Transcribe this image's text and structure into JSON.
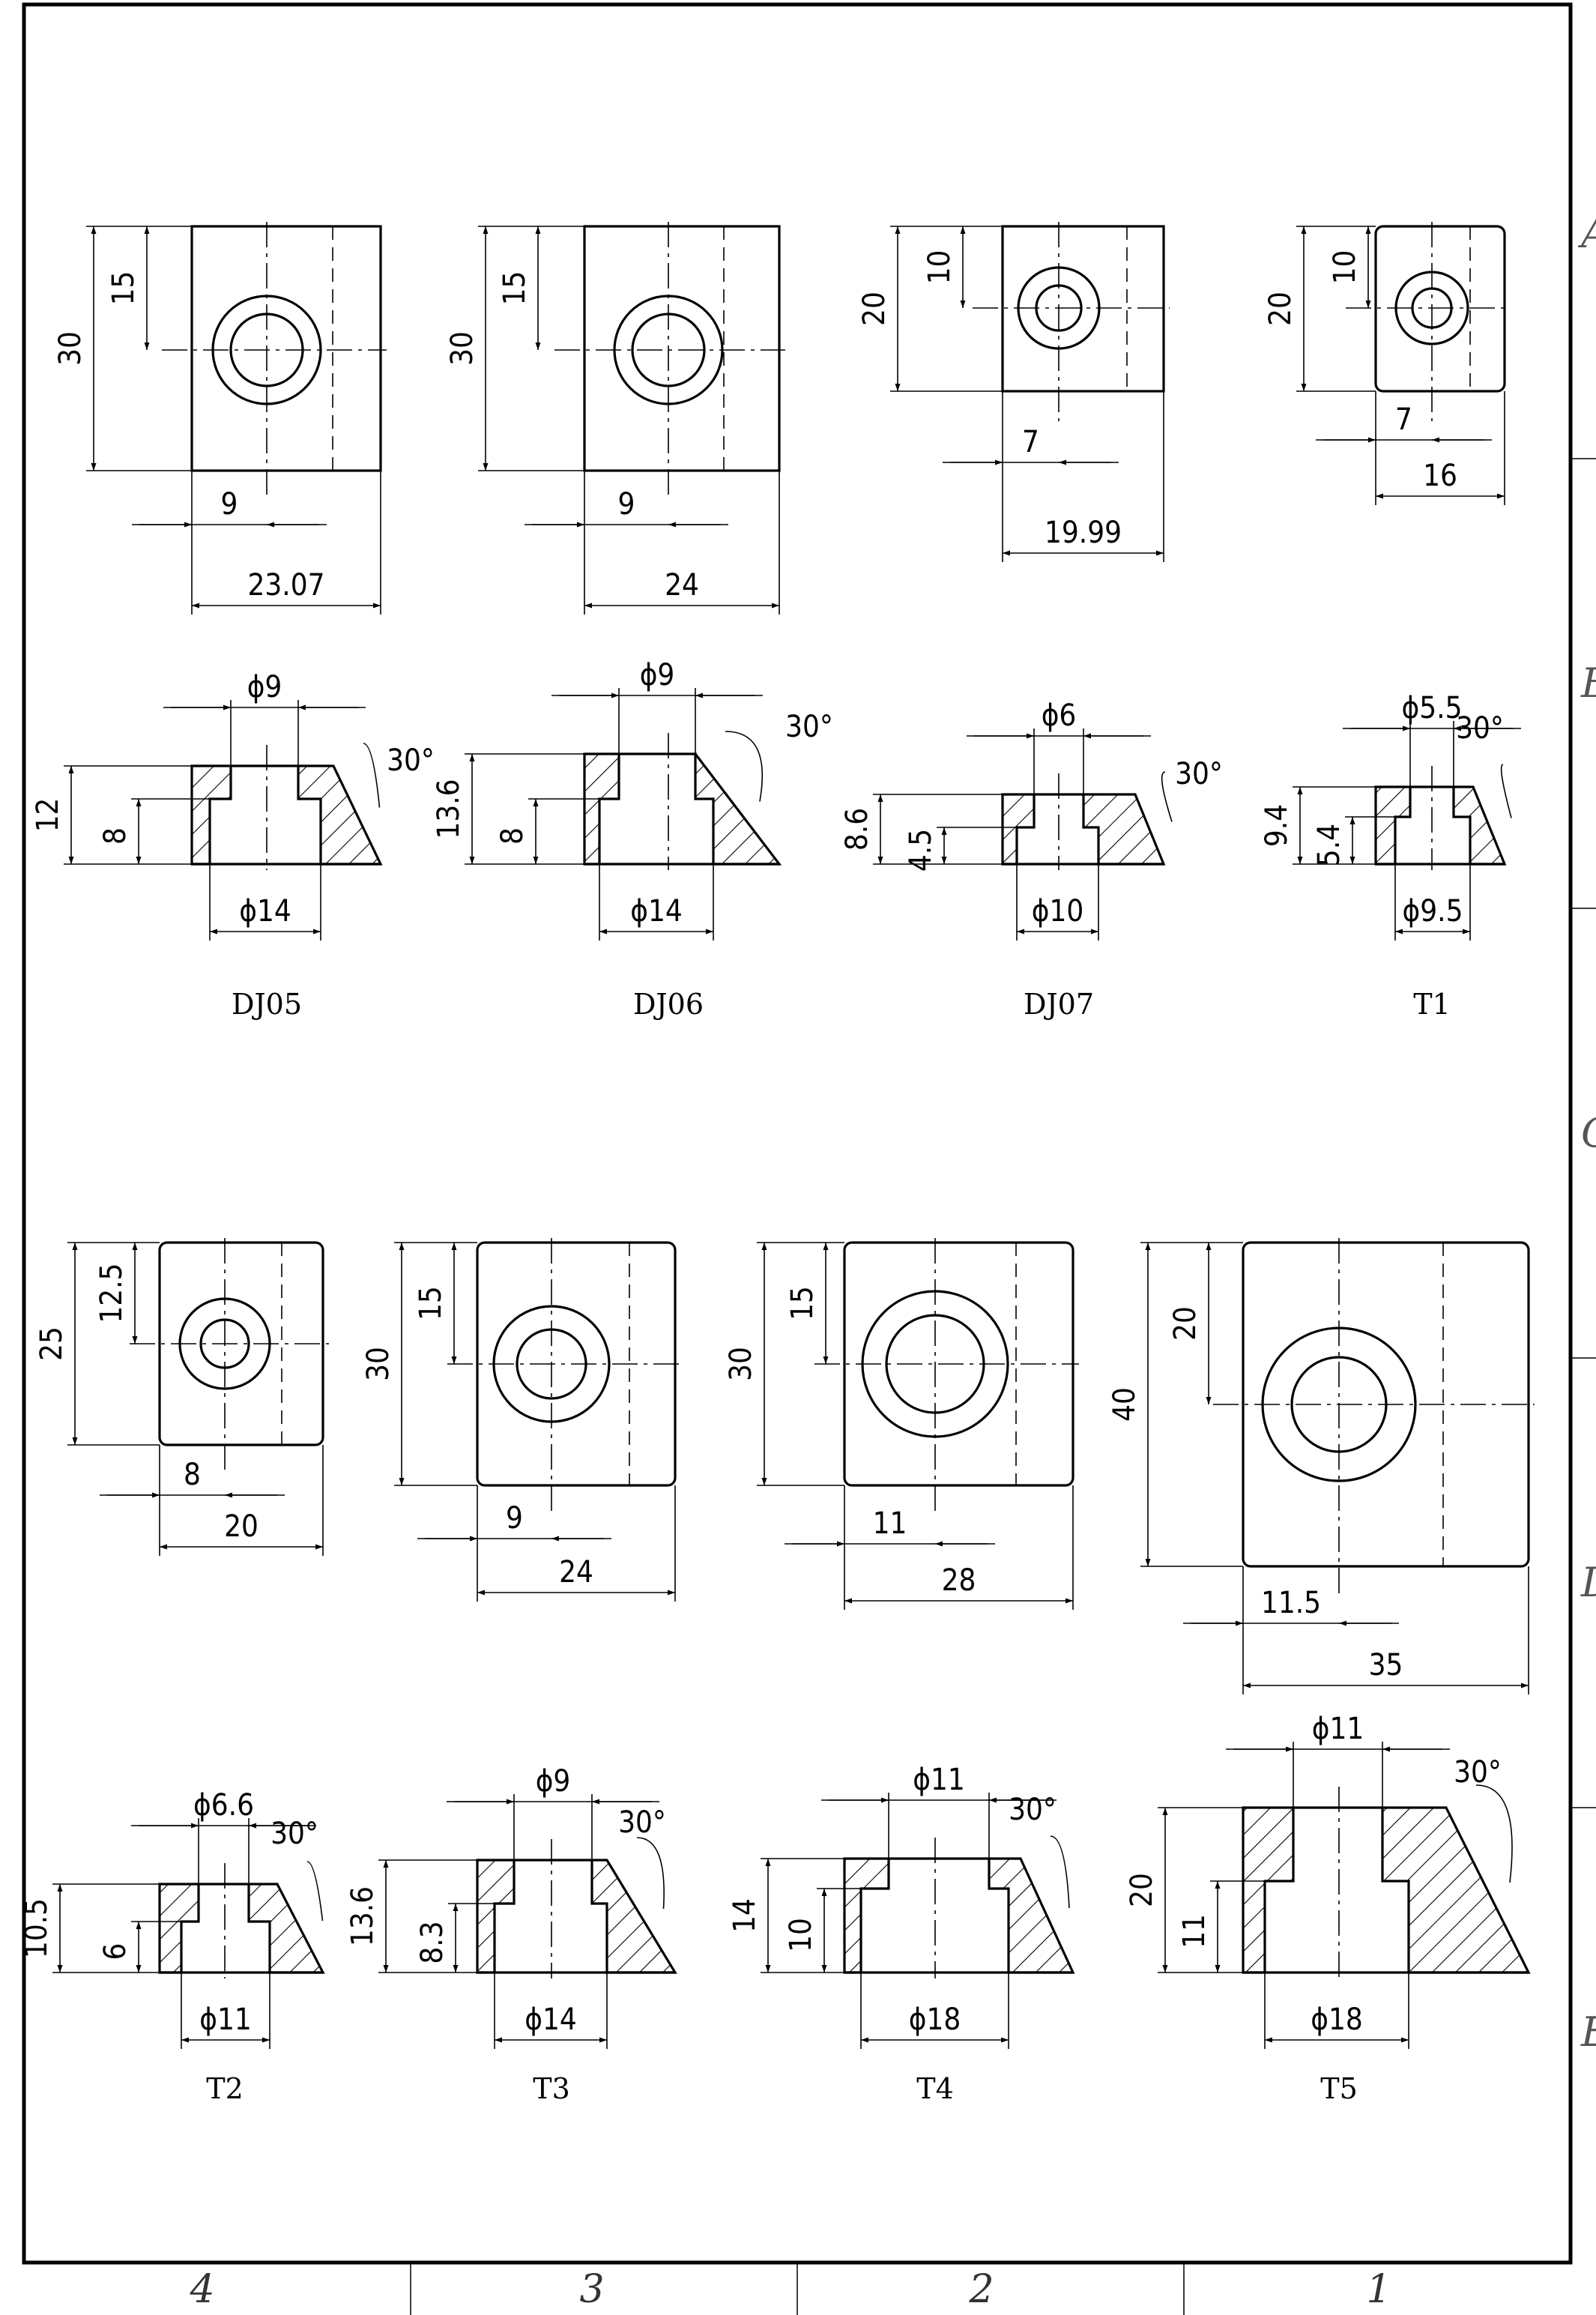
{
  "sheet": {
    "zones": [
      "4",
      "3",
      "2",
      "1"
    ],
    "row_marks": [
      "A",
      "B",
      "C",
      "D",
      "E"
    ]
  },
  "parts": [
    {
      "label": "DJ05",
      "plan": {
        "height": "30",
        "hole_y": "15",
        "hole_x": "9",
        "width": "23.07"
      },
      "section": {
        "top_dia": "ϕ9",
        "bottom_dia": "ϕ14",
        "total_h": "12",
        "cb_h": "8",
        "angle": "30°"
      }
    },
    {
      "label": "DJ06",
      "plan": {
        "height": "30",
        "hole_y": "15",
        "hole_x": "9",
        "width": "24"
      },
      "section": {
        "top_dia": "ϕ9",
        "bottom_dia": "ϕ14",
        "total_h": "13.6",
        "cb_h": "8",
        "angle": "30°"
      }
    },
    {
      "label": "DJ07",
      "plan": {
        "height": "20",
        "hole_y": "10",
        "hole_x": "7",
        "width": "19.99"
      },
      "section": {
        "top_dia": "ϕ6",
        "bottom_dia": "ϕ10",
        "total_h": "8.6",
        "cb_h": "4.5",
        "angle": "30°"
      }
    },
    {
      "label": "T1",
      "plan": {
        "height": "20",
        "hole_y": "10",
        "hole_x": "7",
        "width": "16"
      },
      "section": {
        "top_dia": "ϕ5.5",
        "bottom_dia": "ϕ9.5",
        "total_h": "9.4",
        "cb_h": "5.4",
        "angle": "30°"
      }
    },
    {
      "label": "T2",
      "plan": {
        "height": "25",
        "hole_y": "12.5",
        "hole_x": "8",
        "width": "20"
      },
      "section": {
        "top_dia": "ϕ6.6",
        "bottom_dia": "ϕ11",
        "total_h": "10.5",
        "cb_h": "6",
        "angle": "30°"
      }
    },
    {
      "label": "T3",
      "plan": {
        "height": "30",
        "hole_y": "15",
        "hole_x": "9",
        "width": "24"
      },
      "section": {
        "top_dia": "ϕ9",
        "bottom_dia": "ϕ14",
        "total_h": "13.6",
        "cb_h": "8.3",
        "angle": "30°"
      }
    },
    {
      "label": "T4",
      "plan": {
        "height": "30",
        "hole_y": "15",
        "hole_x": "11",
        "width": "28"
      },
      "section": {
        "top_dia": "ϕ11",
        "bottom_dia": "ϕ18",
        "total_h": "14",
        "cb_h": "10",
        "angle": "30°"
      }
    },
    {
      "label": "T5",
      "plan": {
        "height": "40",
        "hole_y": "20",
        "hole_x": "11.5",
        "width": "35"
      },
      "section": {
        "top_dia": "ϕ11",
        "bottom_dia": "ϕ18",
        "total_h": "20",
        "cb_h": "11",
        "angle": "30°"
      }
    }
  ]
}
